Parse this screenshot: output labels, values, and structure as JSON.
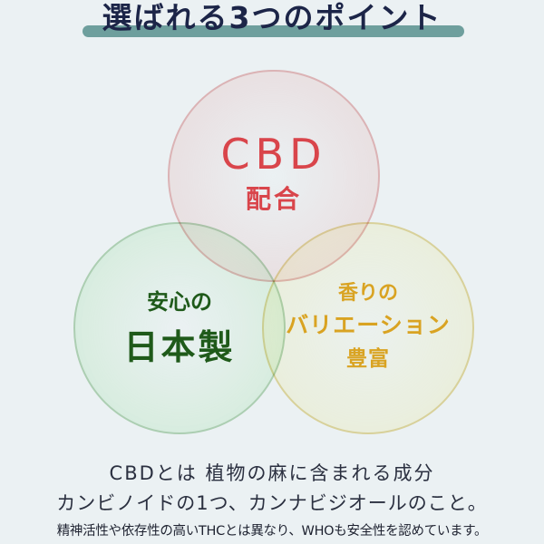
{
  "header": {
    "title": "選ばれる3つのポイント",
    "underline_color": "#6e9f9d",
    "text_color": "#1c2548"
  },
  "points": [
    {
      "id": "cbd",
      "color": "#d9454b",
      "circle_tint": "#fce8e8",
      "main": "CBD",
      "sub": "配合"
    },
    {
      "id": "japan",
      "color": "#1f5a1a",
      "circle_tint": "#e8fae8",
      "sub": "安心の",
      "main": "日本製"
    },
    {
      "id": "aroma",
      "color": "#d9a322",
      "circle_tint": "#fefce4",
      "line1": "香りの",
      "line2": "バリエーション",
      "line3": "豊富"
    }
  ],
  "description": {
    "line1": "CBDとは 植物の麻に含まれる成分",
    "line2": "カンビノイドの1つ、カンナビジオールのこと。",
    "line3": "精神活性や依存性の高いTHCとは異なり、WHOも安全性を認めています。"
  },
  "background_color": "#ebf1f3"
}
